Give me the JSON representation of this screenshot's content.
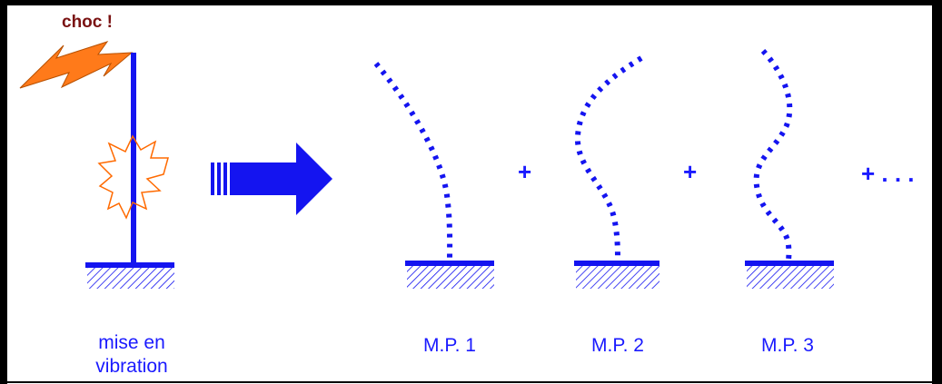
{
  "diagram": {
    "shock_label": "choc !",
    "excitation_label_line1": "mise en",
    "excitation_label_line2": "vibration",
    "modes": [
      {
        "label": "M.P. 1"
      },
      {
        "label": "M.P. 2"
      },
      {
        "label": "M.P. 3"
      }
    ],
    "plus_sign": "+",
    "continuation": "+ . . .",
    "colors": {
      "structure_blue": "#1414f0",
      "text_blue": "#1a1aff",
      "lightning_orange": "#ff7a1a",
      "shock_text": "#7a1212",
      "burst_outline": "#ff6a00"
    }
  }
}
